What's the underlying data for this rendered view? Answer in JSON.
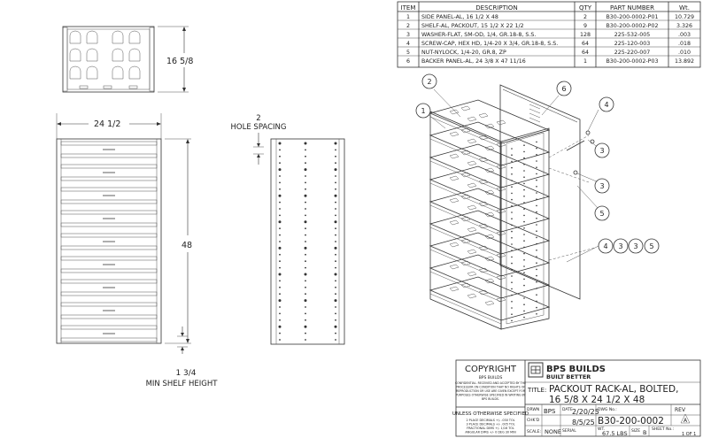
{
  "bom": {
    "headers": [
      "ITEM",
      "DESCRIPTION",
      "QTY",
      "PART NUMBER",
      "Wt."
    ],
    "rows": [
      [
        "1",
        "SIDE PANEL-AL, 16 1/2 X 48",
        "2",
        "B30-200-0002-P01",
        "10.729"
      ],
      [
        "2",
        "SHELF-AL, PACKOUT, 15 1/2 X 22 1/2",
        "9",
        "B30-200-0002-P02",
        "3.326"
      ],
      [
        "3",
        "WASHER-FLAT, SM-OD, 1/4, GR.18-8, S.S.",
        "128",
        "225-532-005",
        ".003"
      ],
      [
        "4",
        "SCREW-CAP, HEX HD, 1/4-20 X 3/4, GR.18-8, S.S.",
        "64",
        "225-120-003",
        ".018"
      ],
      [
        "5",
        "NUT-NYLOCK, 1/4-20, GR.8, ZP",
        "64",
        "225-220-007",
        ".010"
      ],
      [
        "6",
        "BACKER PANEL-AL, 24 3/8 X 47 11/16",
        "1",
        "B30-200-0002-P03",
        "13.892"
      ]
    ]
  },
  "dimensions": {
    "depth": "16 5/8",
    "width": "24 1/2",
    "height": "48",
    "hole_spacing_value": "2",
    "hole_spacing_label": "HOLE SPACING",
    "shelf_height_value": "1 3/4",
    "shelf_height_label": "MIN SHELF HEIGHT"
  },
  "balloons": [
    "1",
    "2",
    "3",
    "4",
    "5",
    "6",
    "3",
    "3",
    "5",
    "4",
    "3",
    "3",
    "5"
  ],
  "title_block": {
    "copyright_title": "COPYRIGHT",
    "copyright_company": "BPS BUILDS",
    "copyright_text": "CONFIDENTIAL. RECEIVED AND ACCEPTED BY THE PROCESSOR ON CONDITION THAT NO RIGHTS OF REPRODUCTION OR USE ARE GIVEN EXCEPT FOR PURPOSES OTHERWISE SPECIFIED IN WRITING BY BPS BUILDS.",
    "tolerance_title": "UNLESS OTHERWISE SPECIFIED",
    "tolerance_lines": [
      "2 PLACE DECIMALS +/- .030 TOL",
      "3 PLACE DECIMALS +/- .005 TOL",
      "FRACTIONAL DIMS +/- 1/16 TOL",
      "ANGULAR DIMS +/- 0 DEG 30 MIN"
    ],
    "logo_main": "BPS BUILDS",
    "logo_sub": "BUILT BETTER",
    "title_label": "TITLE:",
    "title_line1": "PACKOUT RACK-AL, BOLTED,",
    "title_line2": "16 5/8 X 24 1/2 X 48",
    "drwn_label": "DRWN",
    "drwn_value": "BPS",
    "date_label": "DATE",
    "date1": "2/20/25",
    "chk_label": "CHK'D",
    "date2": "8/5/25",
    "dwg_label": "DWG No.:",
    "dwg_no": "B30-200-0002",
    "rev_label": "REV",
    "rev_value": "A",
    "scale_label": "SCALE:",
    "scale_value": "NONE",
    "serial_label": "SERIAL",
    "wt_label": "WT.",
    "wt_value": "67.5 LBS",
    "size_label": "SIZE",
    "size_value": "B",
    "sheet_label": "SHEET No.:",
    "sheet_value": "1 OF 1"
  }
}
